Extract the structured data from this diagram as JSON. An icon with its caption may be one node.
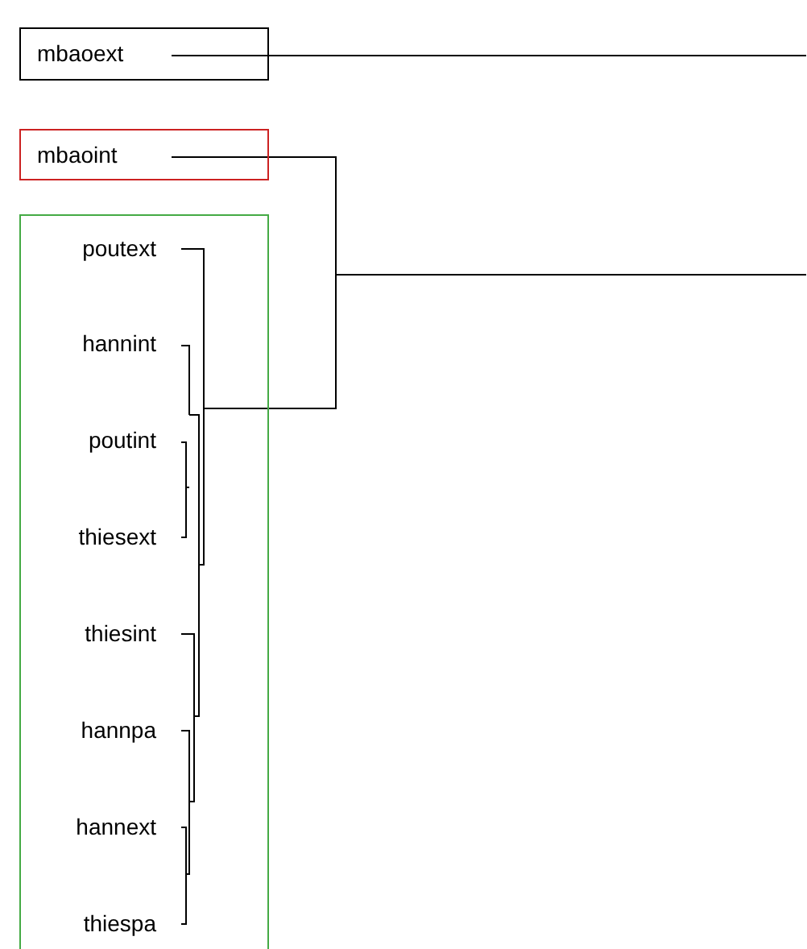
{
  "diagram": {
    "nodes": [
      {
        "text": [
          "mbaoext"
        ]
      },
      {
        "text": [
          "mbaoint"
        ]
      },
      {
        "text": [],
        "shape": "box"
      },
      {
        "text": [
          "poutext"
        ],
        "in": 2
      },
      {
        "text": [
          "hannint"
        ],
        "in": 2
      },
      {
        "text": [
          "poutint"
        ],
        "in": 2
      },
      {
        "text": [
          "thiesext"
        ],
        "in": 2
      },
      {
        "text": [
          "thiesint"
        ],
        "in": 2
      },
      {
        "text": [
          "hannpa"
        ],
        "in": 2
      },
      {
        "text": [
          "hannext"
        ],
        "in": 2
      },
      {
        "text": [
          "thiespa"
        ],
        "in": 2
      }
    ]
  }
}
